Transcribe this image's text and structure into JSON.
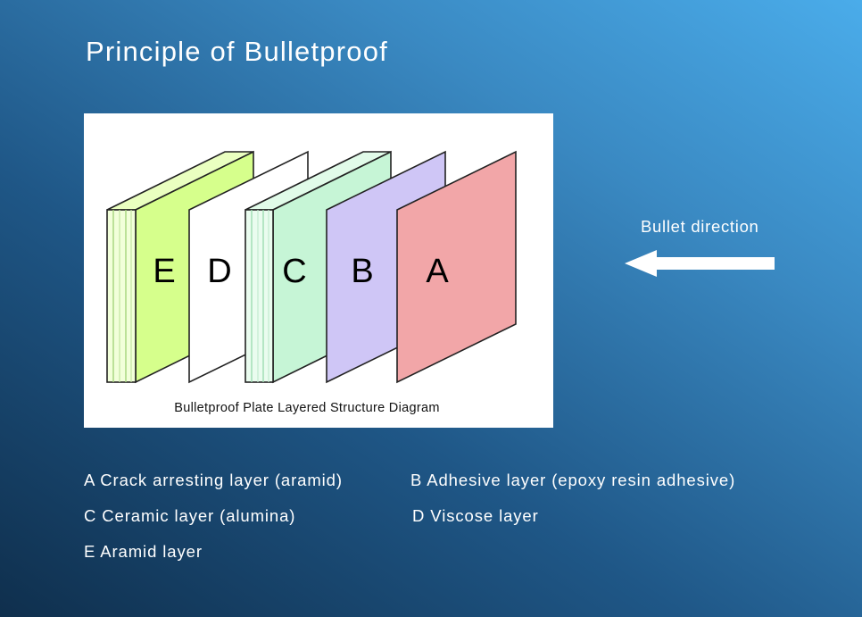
{
  "title": "Principle of Bulletproof",
  "diagram": {
    "caption": "Bulletproof Plate Layered Structure Diagram",
    "layers": [
      {
        "letter": "E",
        "color": "#d6ff8c"
      },
      {
        "letter": "D",
        "color": "#ffffff"
      },
      {
        "letter": "C",
        "color": "#c6f5d6"
      },
      {
        "letter": "B",
        "color": "#cfc6f6"
      },
      {
        "letter": "A",
        "color": "#f2a6a8"
      }
    ]
  },
  "bullet": {
    "label": "Bullet direction"
  },
  "legend": [
    {
      "text": "A Crack arresting layer (aramid)"
    },
    {
      "text": "B Adhesive layer (epoxy resin adhesive)"
    },
    {
      "text": "C Ceramic layer (alumina)"
    },
    {
      "text": "D Viscose layer"
    },
    {
      "text": "E Aramid layer"
    }
  ]
}
